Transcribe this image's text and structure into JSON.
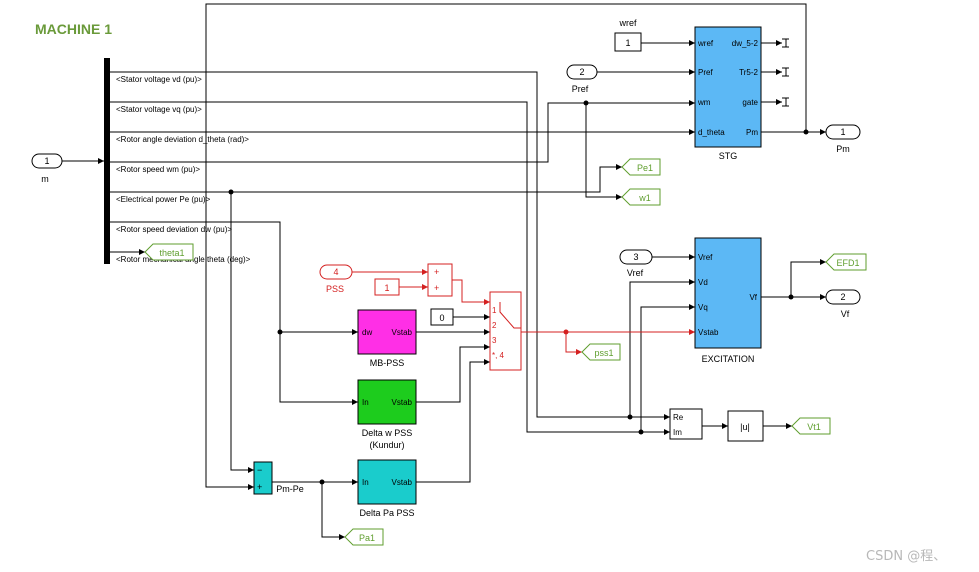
{
  "title": "MACHINE 1",
  "watermark": "CSDN @程、",
  "bus": {
    "inport_number": "1",
    "inport_name": "m",
    "signals": [
      "<Stator voltage  vd (pu)>",
      "<Stator voltage  vq (pu)>",
      "<Rotor angle deviation  d_theta (rad)>",
      "<Rotor speed  wm  (pu)>",
      "<Electrical power  Pe (pu)>",
      "<Rotor speed deviation  dw (pu)>",
      "<Rotor mechanical angle  theta (deg)>"
    ]
  },
  "stg": {
    "name": "STG",
    "inputs": [
      "wref",
      "Pref",
      "wm",
      "d_theta"
    ],
    "outputs": [
      "dw_5-2",
      "Tr5-2",
      "gate",
      "Pm"
    ],
    "wref_const": "1",
    "wref_label": "wref",
    "pref_inport": "2",
    "pref_label": "Pref",
    "pm_outport": "1",
    "pm_label": "Pm"
  },
  "gotos": {
    "pe1": "Pe1",
    "w1": "w1",
    "theta1": "theta1",
    "efd1": "EFD1",
    "pss1": "pss1",
    "vt1": "Vt1",
    "pa1": "Pa1"
  },
  "excitation": {
    "name": "EXCITATION",
    "inputs": [
      "Vref",
      "Vd",
      "Vq",
      "Vstab"
    ],
    "output": "Vf",
    "vref_inport": "3",
    "vref_label": "Vref",
    "vf_outport": "2",
    "vf_label": "Vf"
  },
  "pss_sel": {
    "inport": "4",
    "inport_label": "PSS",
    "const": "1",
    "sum_signs": [
      "+",
      "+"
    ],
    "zero_const": "0",
    "switch_ports": [
      "1",
      "2",
      "3",
      "*, 4"
    ]
  },
  "mb_pss": {
    "name": "MB-PSS",
    "in": "dw",
    "out": "Vstab"
  },
  "dw_pss": {
    "name_line1": "Delta w PSS",
    "name_line2": "(Kundur)",
    "in": "In",
    "out": "Vstab"
  },
  "dpa_pss": {
    "name": "Delta Pa PSS",
    "in": "In",
    "out": "Vstab"
  },
  "pm_pe": {
    "name": "Pm-Pe",
    "signs": [
      "−",
      "+"
    ]
  },
  "complex": {
    "re": "Re",
    "im": "Im"
  },
  "abs": {
    "label": "|u|"
  },
  "colors": {
    "title": "#6a9a3a",
    "goto": "#5f9e2e",
    "stg_fill": "#5cb8f5",
    "mbpss_fill": "#ff2fe6",
    "dwpss_fill": "#1dcc1d",
    "dpapss_fill": "#1acccc",
    "pmpe_fill": "#1acccc",
    "red": "#d42020",
    "wire": "#000000"
  }
}
